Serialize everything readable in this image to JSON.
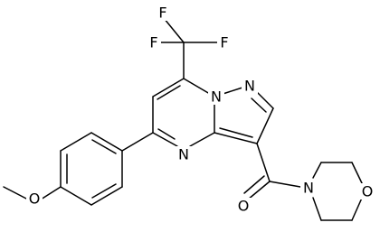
{
  "diagram": {
    "type": "chemical-structure",
    "atoms": [
      {
        "id": "F1",
        "label": "F"
      },
      {
        "id": "F2",
        "label": "F"
      },
      {
        "id": "F3",
        "label": "F"
      },
      {
        "id": "N1",
        "label": "N"
      },
      {
        "id": "N2",
        "label": "N"
      },
      {
        "id": "N3",
        "label": "N"
      },
      {
        "id": "N4",
        "label": "N"
      },
      {
        "id": "O1",
        "label": "O"
      },
      {
        "id": "O2",
        "label": "O"
      },
      {
        "id": "O3",
        "label": "O"
      }
    ]
  }
}
